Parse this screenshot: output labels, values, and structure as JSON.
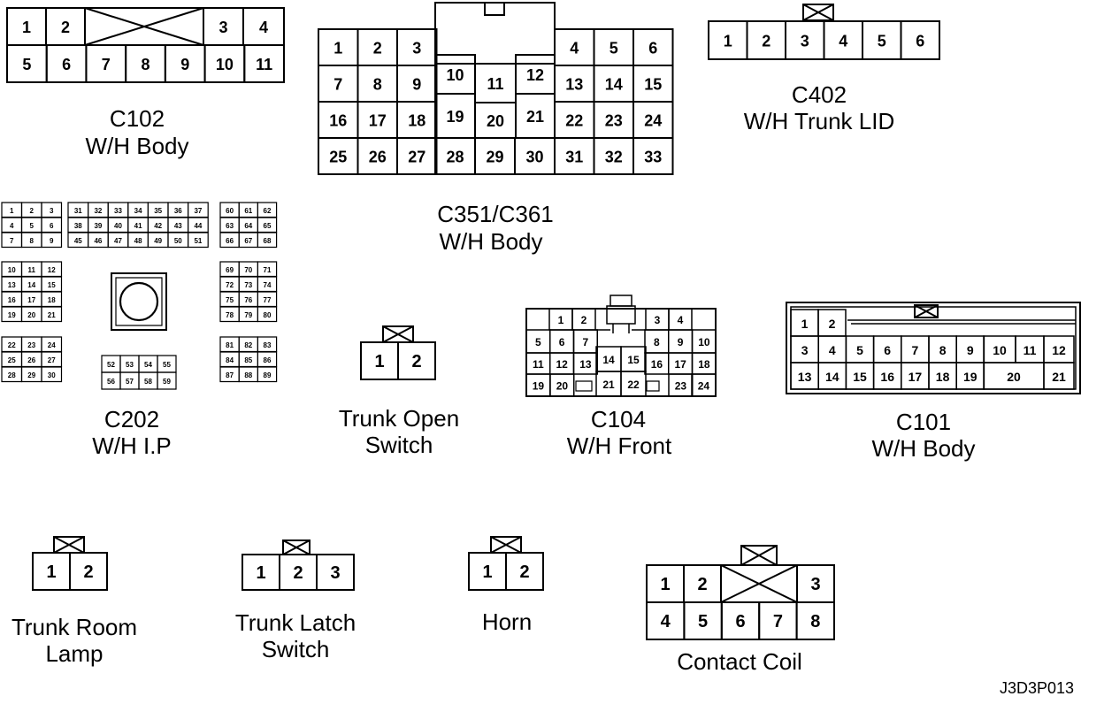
{
  "connectors": {
    "c102": {
      "pins": [
        "1",
        "2",
        "3",
        "4",
        "5",
        "6",
        "7",
        "8",
        "9",
        "10",
        "11"
      ],
      "name": "C102",
      "desc": "W/H Body"
    },
    "c351": {
      "pins": [
        "1",
        "2",
        "3",
        "4",
        "5",
        "6",
        "7",
        "8",
        "9",
        "10",
        "11",
        "12",
        "13",
        "14",
        "15",
        "16",
        "17",
        "18",
        "19",
        "20",
        "21",
        "22",
        "23",
        "24",
        "25",
        "26",
        "27",
        "28",
        "29",
        "30",
        "31",
        "32",
        "33"
      ],
      "name": "C351/C361",
      "desc": "W/H Body"
    },
    "c402": {
      "pins": [
        "1",
        "2",
        "3",
        "4",
        "5",
        "6"
      ],
      "name": "C402",
      "desc": "W/H Trunk LID"
    },
    "c202": {
      "pins": [
        "1",
        "2",
        "3",
        "4",
        "5",
        "6",
        "7",
        "8",
        "9",
        "10",
        "11",
        "12",
        "13",
        "14",
        "15",
        "16",
        "17",
        "18",
        "19",
        "20",
        "21",
        "22",
        "23",
        "24",
        "25",
        "26",
        "27",
        "28",
        "29",
        "30",
        "31",
        "32",
        "33",
        "34",
        "35",
        "36",
        "37",
        "38",
        "39",
        "40",
        "41",
        "42",
        "43",
        "44",
        "45",
        "46",
        "47",
        "48",
        "49",
        "50",
        "51",
        "52",
        "53",
        "54",
        "55",
        "56",
        "57",
        "58",
        "59",
        "60",
        "61",
        "62",
        "63",
        "64",
        "65",
        "66",
        "67",
        "68",
        "69",
        "70",
        "71",
        "72",
        "73",
        "74",
        "75",
        "76",
        "77",
        "78",
        "79",
        "80",
        "81",
        "82",
        "83",
        "84",
        "85",
        "86",
        "87",
        "88",
        "89"
      ],
      "name": "C202",
      "desc": "W/H I.P"
    },
    "trunk_open": {
      "pins": [
        "1",
        "2"
      ],
      "line1": "Trunk Open",
      "line2": "Switch"
    },
    "c104": {
      "pins": [
        "1",
        "2",
        "3",
        "4",
        "5",
        "6",
        "7",
        "8",
        "9",
        "10",
        "11",
        "12",
        "13",
        "14",
        "15",
        "16",
        "17",
        "18",
        "19",
        "20",
        "21",
        "22",
        "23",
        "24"
      ],
      "name": "C104",
      "desc": "W/H Front"
    },
    "c101": {
      "pins": [
        "1",
        "2",
        "3",
        "4",
        "5",
        "6",
        "7",
        "8",
        "9",
        "10",
        "11",
        "12",
        "13",
        "14",
        "15",
        "16",
        "17",
        "18",
        "19",
        "20",
        "21"
      ],
      "name": "C101",
      "desc": "W/H Body"
    },
    "trunk_room_lamp": {
      "pins": [
        "1",
        "2"
      ],
      "line1": "Trunk Room",
      "line2": "Lamp"
    },
    "trunk_latch": {
      "pins": [
        "1",
        "2",
        "3"
      ],
      "line1": "Trunk Latch",
      "line2": "Switch"
    },
    "horn": {
      "pins": [
        "1",
        "2"
      ],
      "name": "Horn"
    },
    "contact_coil": {
      "pins": [
        "1",
        "2",
        "3",
        "4",
        "5",
        "6",
        "7",
        "8"
      ],
      "name": "Contact Coil"
    }
  },
  "figure_code": "J3D3P013"
}
